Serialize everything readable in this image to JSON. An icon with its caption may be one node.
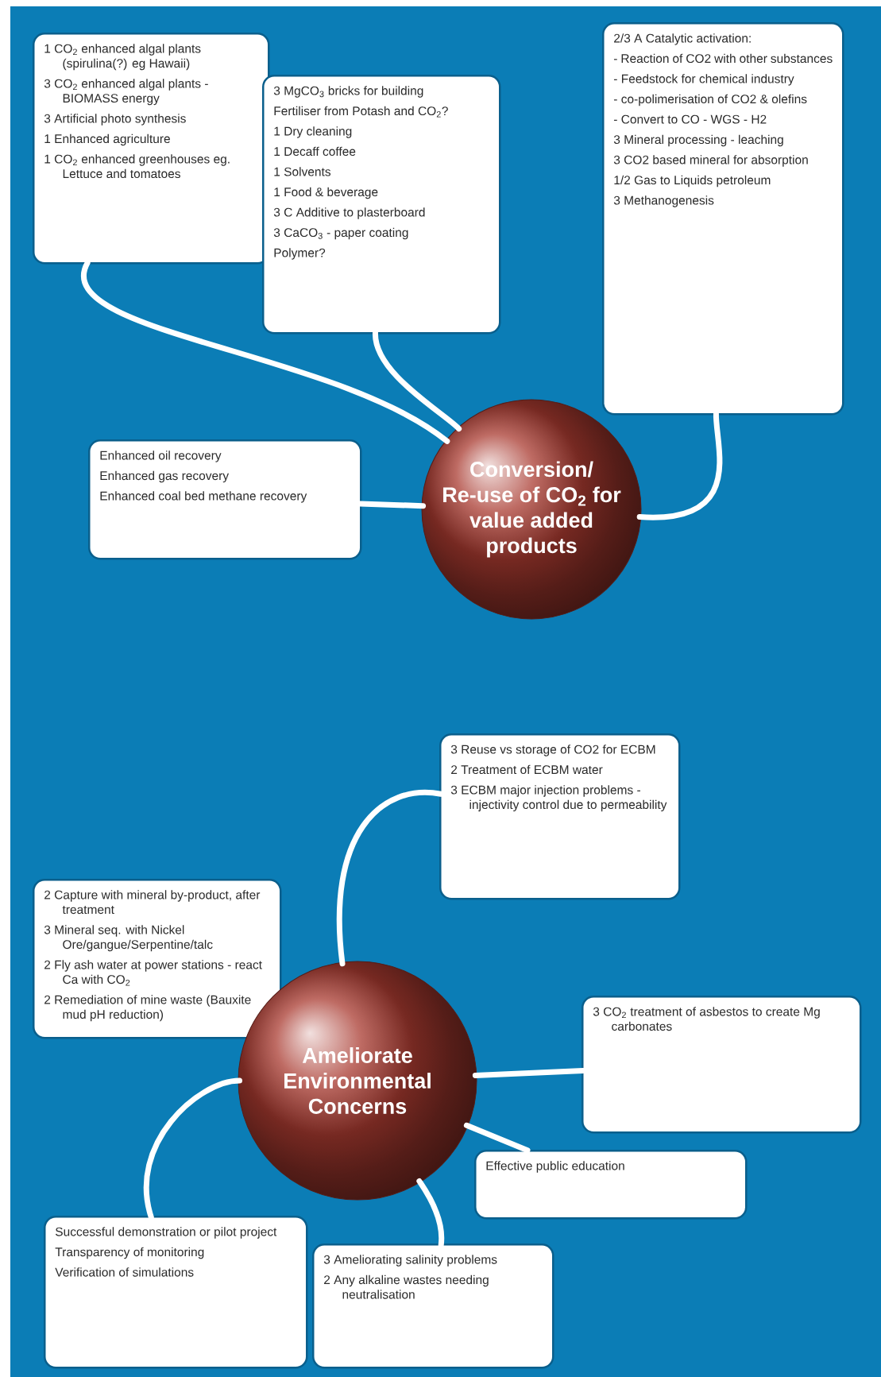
{
  "diagram": {
    "nodes": [
      {
        "text": [
          "1 CO$_{2}$ enhanced algal plants (spirulina(?) eg Hawaii)",
          "3 CO$_{2}$ enhanced algal plants - BIOMASS energy",
          "3 Artificial photo synthesis",
          "1 Enhanced agriculture",
          "1 CO$_{2}$ enhanced greenhouses eg. Lettuce and tomatoes"
        ]
      },
      {
        "text": [
          "3 MgCO$_{3}$ bricks for building",
          "Fertiliser from Potash and CO$_{2}$?",
          "1 Dry cleaning",
          "1 Decaff coffee",
          "1 Solvents",
          "1 Food & beverage",
          "3 C Additive to plasterboard",
          "3 CaCO$_{3}$ - paper coating",
          "Polymer?"
        ]
      },
      {
        "text": [
          "2/3 A Catalytic activation:",
          "- Reaction of CO2 with other substances",
          "- Feedstock for chemical industry",
          "- co-polimerisation of CO2 & olefins",
          "- Convert to CO - WGS - H2",
          "3 Mineral processing - leaching",
          "3 CO2 based mineral for absorption",
          "1/2 Gas to Liquids petroleum",
          "3 Methanogenesis"
        ]
      },
      {
        "text": [
          "Enhanced oil recovery",
          "Enhanced gas recovery",
          "Enhanced coal bed methane recovery"
        ]
      },
      {
        "text": [
          "Conversion/ Re-use of CO$_{2}$ for value added products"
        ]
      },
      {
        "text": [
          "3 Reuse vs storage of CO2 for ECBM",
          "2 Treatment of ECBM water",
          "3 ECBM major injection problems - injectivity control due to permeability"
        ]
      },
      {
        "text": [
          "2 Capture with mineral by-product, after treatment",
          "3 Mineral seq. with Nickel Ore/gangue/Serpentine/talc",
          "2 Fly ash water at power stations - react Ca with CO$_{2}$",
          "2 Remediation of mine waste (Bauxite mud pH reduction)"
        ]
      },
      {
        "text": [
          "Ameliorate Environmental Concerns"
        ]
      },
      {
        "text": [
          "3 CO$_{2}$ treatment of asbestos to create Mg carbonates"
        ]
      },
      {
        "text": [
          "Effective public education"
        ]
      },
      {
        "text": [
          "Successful demonstration or pilot project",
          "Transparency of monitoring",
          "Verification of simulations"
        ]
      },
      {
        "text": [
          "3 Ameliorating salinity problems",
          "2 Any alkaline wastes needing neutralisation"
        ]
      }
    ],
    "edges": [
      {
        "from": 4,
        "to": 0,
        "arrow": "none"
      },
      {
        "from": 4,
        "to": 1,
        "arrow": "none"
      },
      {
        "from": 4,
        "to": 2,
        "arrow": "none"
      },
      {
        "from": 4,
        "to": 3,
        "arrow": "none"
      },
      {
        "from": 7,
        "to": 5,
        "arrow": "none"
      },
      {
        "from": 7,
        "to": 8,
        "arrow": "none"
      },
      {
        "from": 7,
        "to": 9,
        "arrow": "none"
      },
      {
        "from": 7,
        "to": 11,
        "arrow": "none"
      },
      {
        "from": 7,
        "to": 10,
        "arrow": "none"
      }
    ]
  }
}
